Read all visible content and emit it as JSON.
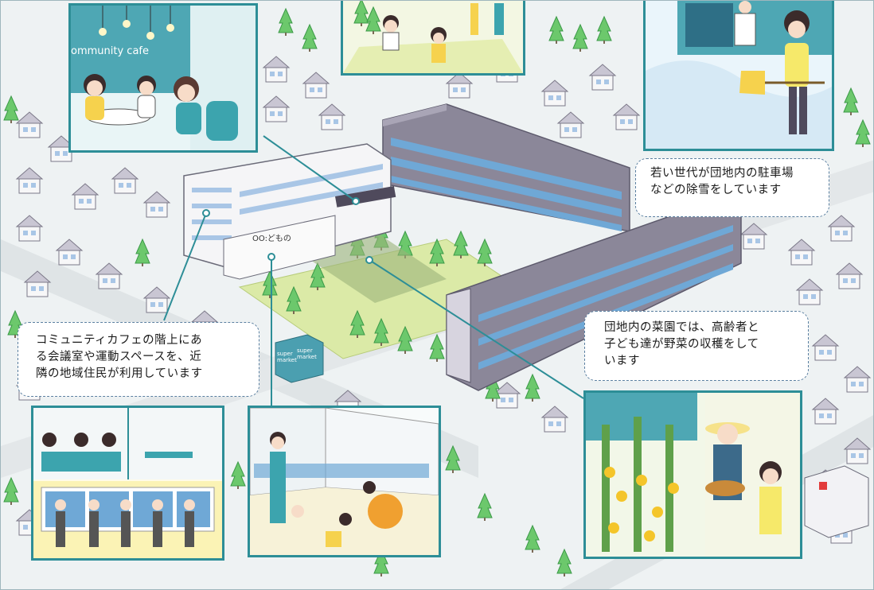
{
  "cafe_sign": "ommunity cafe",
  "building_sign": "OO:どもの",
  "supermarket_signs": [
    "super market",
    "super market"
  ],
  "callouts": {
    "snow": "若い世代が団地内の駐車場\nなどの除雪をしています",
    "cafe": "コミュニティカフェの階上にあ\nる会議室や運動スペースを、近\n隣の地域住民が利用しています",
    "garden": "団地内の菜園では、高齢者と\n子ども達が野菜の収穫をして\nいます"
  },
  "colors": {
    "panel_border": "#2d8e97",
    "building_wall": "#8b8799",
    "window": "#6fa8d6",
    "tree": "#68c46a",
    "grass": "#dbeaa7"
  }
}
